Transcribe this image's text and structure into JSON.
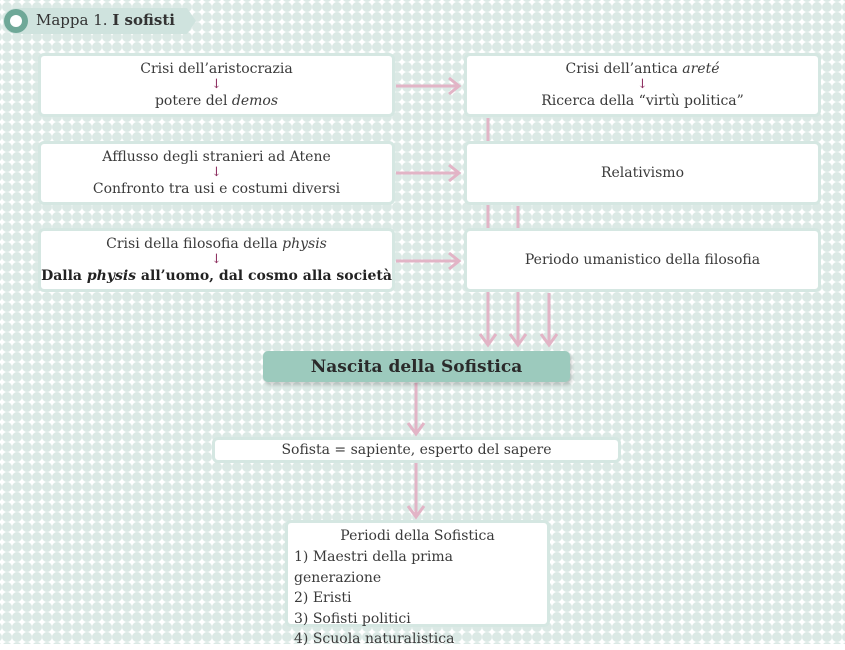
{
  "header": {
    "label_prefix": "Mappa 1.",
    "label_title": "I sofisti"
  },
  "left_boxes": [
    {
      "line1": "Crisi dell’aristocrazia",
      "line2_pre": "potere del ",
      "line2_em": "demos",
      "line2_post": ""
    },
    {
      "line1": "Afflusso degli stranieri ad Atene",
      "line2": "Confronto tra usi e costumi diversi"
    },
    {
      "line1_pre": "Crisi della filosofia della ",
      "line1_em": "physis",
      "line2_pre": "Dalla ",
      "line2_em": "physis",
      "line2_post": " all’uomo, dal cosmo alla società"
    }
  ],
  "right_boxes": [
    {
      "line1_pre": "Crisi dell’antica ",
      "line1_em": "areté",
      "line2": "Ricerca della “virtù politica”"
    },
    {
      "text": "Relativismo"
    },
    {
      "text": "Periodo umanistico della filosofia"
    }
  ],
  "center": {
    "title": "Nascita della Sofistica",
    "definition": "Sofista = sapiente, esperto del sapere"
  },
  "periods": {
    "header": "Periodi della Sofistica",
    "items": [
      "1) Maestri della prima generazione",
      "2) Eristi",
      "3) Sofisti politici",
      "4) Scuola naturalistica"
    ]
  },
  "symbols": {
    "down_arrow": "↓"
  },
  "colors": {
    "box_border": "#d5e7e2",
    "center_fill": "#9ccabd",
    "connector": "#e2b4c6",
    "small_arrow": "#8c2d5e",
    "dots": "#dbe9e5"
  }
}
